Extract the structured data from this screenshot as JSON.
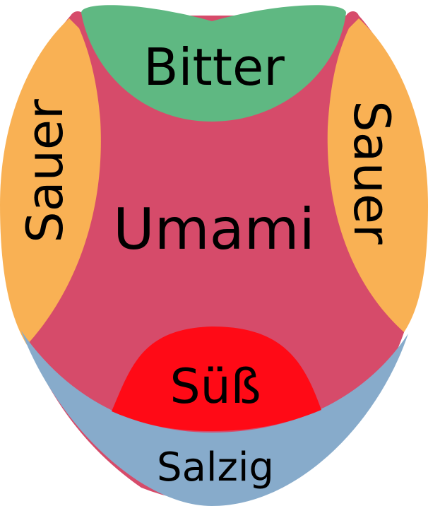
{
  "regions": {
    "bitter": {
      "label": "Bitter",
      "color": "#5fb882"
    },
    "umami": {
      "label": "Umami",
      "color": "#d64b6a"
    },
    "sauer_left": {
      "label": "Sauer",
      "color": "#f9b154"
    },
    "sauer_right": {
      "label": "Sauer",
      "color": "#f9b154"
    },
    "suess": {
      "label": "Süß",
      "color": "#ff0a16"
    },
    "salzig": {
      "label": "Salzig",
      "color": "#87abcb"
    }
  }
}
